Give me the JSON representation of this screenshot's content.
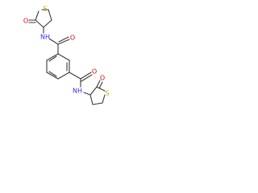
{
  "diagram": {
    "kind": "skeletal-structure",
    "atoms": {
      "s_top": "S",
      "o_top_ring": "O",
      "nh_top": "NH",
      "o_top_amide": "O",
      "o_bottom_amide": "O",
      "nh_bottom": "NH",
      "s_bottom": "S",
      "o_bottom_ring": "O"
    },
    "colors": {
      "bond": "#3a3a3a",
      "carbon": "#3a3a3a",
      "nitrogen": "#2c2cff",
      "oxygen": "#e00000",
      "sulfur": "#c8a400"
    }
  }
}
